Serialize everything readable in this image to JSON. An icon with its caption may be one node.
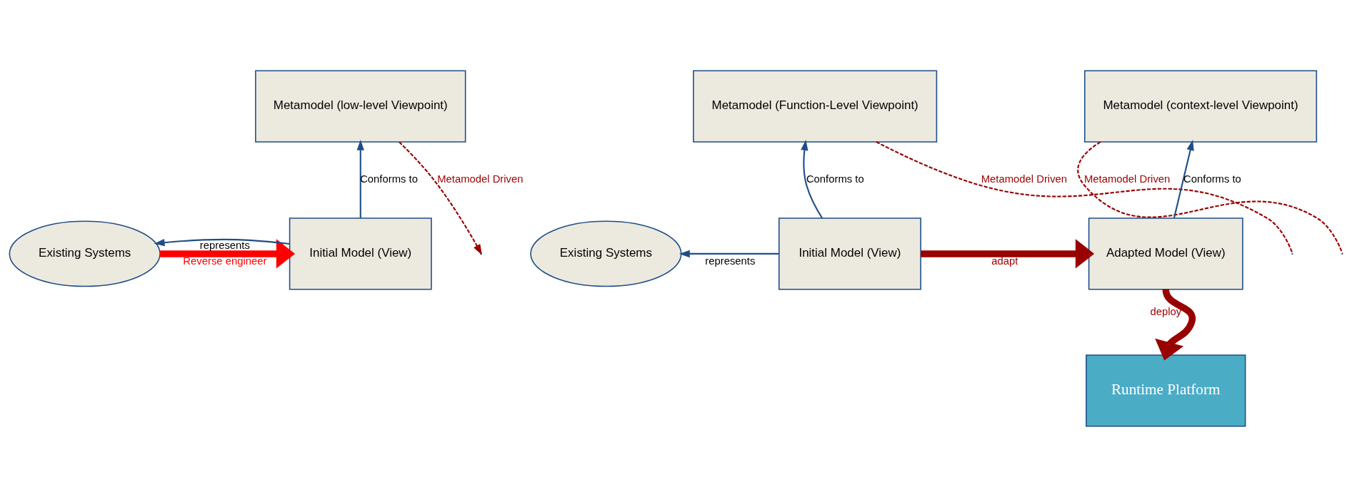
{
  "diagram": {
    "nodes": [
      {
        "text": [
          "Existing Systems"
        ]
      },
      {
        "text": [
          "Metamodel (low-level Viewpoint)"
        ]
      },
      {
        "text": [
          "Initial Model (View)"
        ]
      },
      {
        "text": [
          "Existing Systems"
        ]
      },
      {
        "text": [
          "Metamodel (Function-Level Viewpoint)"
        ]
      },
      {
        "text": [
          "Metamodel (context-level Viewpoint)"
        ]
      },
      {
        "text": [
          "Initial Model (View)"
        ]
      },
      {
        "text": [
          "Adapted Model (View)"
        ]
      },
      {
        "text": [
          "Runtime Platform"
        ]
      }
    ],
    "edges": [
      {
        "from": 0,
        "to": 2,
        "arrow": "to",
        "label": "Reverse engineer",
        "style": "thick",
        "color": "#ff0000"
      },
      {
        "from": 2,
        "to": 1,
        "arrow": "to",
        "label": "Conforms to"
      },
      {
        "from": 2,
        "to": 0,
        "arrow": "to",
        "label": "represents"
      },
      {
        "from": 1,
        "to": null,
        "arrow": "to",
        "label": "Metamodel Driven",
        "style": "dashed",
        "color": "#990000"
      },
      {
        "from": 6,
        "to": 4,
        "arrow": "to",
        "label": "Conforms to"
      },
      {
        "from": 7,
        "to": 5,
        "arrow": "to",
        "label": "Conforms to"
      },
      {
        "from": 6,
        "to": 3,
        "arrow": "to",
        "label": "represents"
      },
      {
        "from": 6,
        "to": 7,
        "arrow": "to",
        "label": "adapt",
        "style": "thick",
        "color": "#990000"
      },
      {
        "from": 7,
        "to": 8,
        "arrow": "to",
        "label": "deploy",
        "style": "thick",
        "color": "#990000"
      },
      {
        "from": 4,
        "to": null,
        "arrow": "none",
        "label": "Metamodel Driven",
        "style": "dashed",
        "color": "#990000"
      },
      {
        "from": 5,
        "to": null,
        "arrow": "none",
        "label": "Metamodel Driven",
        "style": "dashed",
        "color": "#990000"
      }
    ]
  }
}
